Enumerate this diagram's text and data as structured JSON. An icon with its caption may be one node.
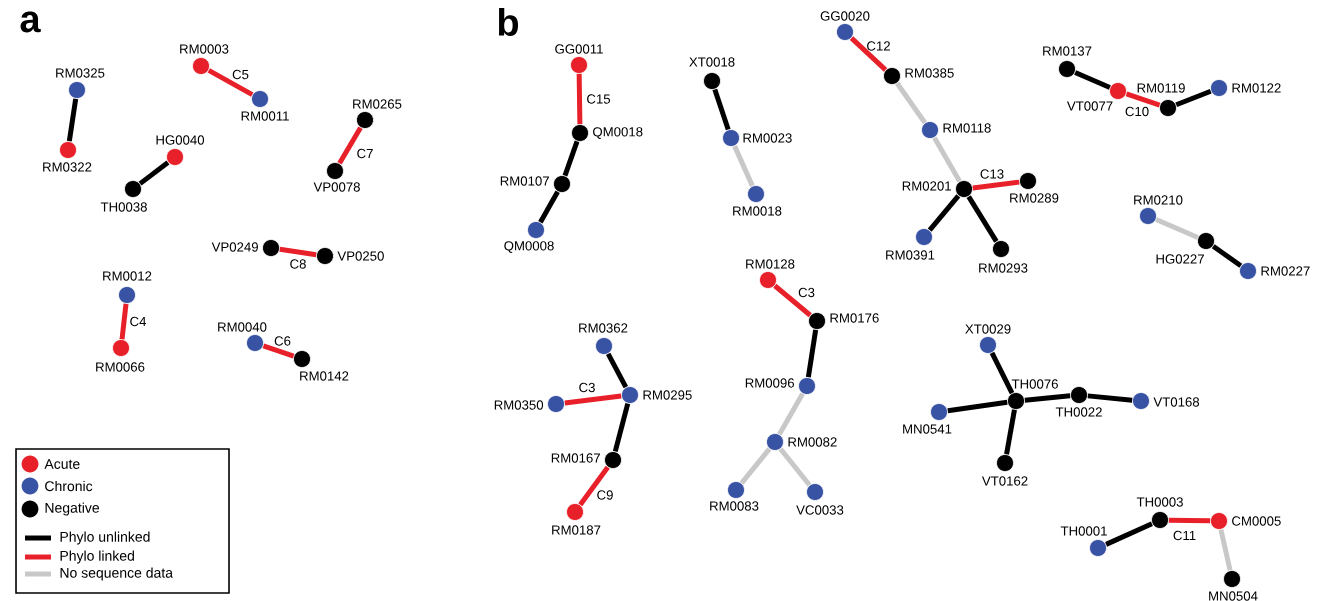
{
  "diagram": {
    "nodes": [
      {
        "text": [
          "RM0325"
        ]
      },
      {
        "text": [
          "RM0322"
        ]
      },
      {
        "text": [
          "RM0003"
        ]
      },
      {
        "text": [
          "RM0011"
        ]
      },
      {
        "text": [
          "HG0040"
        ]
      },
      {
        "text": [
          "TH0038"
        ]
      },
      {
        "text": [
          "RM0265"
        ]
      },
      {
        "text": [
          "VP0078"
        ]
      },
      {
        "text": [
          "VP0249"
        ]
      },
      {
        "text": [
          "VP0250"
        ]
      },
      {
        "text": [
          "RM0012"
        ]
      },
      {
        "text": [
          "RM0066"
        ]
      },
      {
        "text": [
          "RM0040"
        ]
      },
      {
        "text": [
          "RM0142"
        ]
      },
      {
        "text": [
          "GG0011"
        ]
      },
      {
        "text": [
          "QM0018"
        ]
      },
      {
        "text": [
          "RM0107"
        ]
      },
      {
        "text": [
          "QM0008"
        ]
      },
      {
        "text": [
          "XT0018"
        ]
      },
      {
        "text": [
          "RM0023"
        ]
      },
      {
        "text": [
          "RM0018"
        ]
      },
      {
        "text": [
          "GG0020"
        ]
      },
      {
        "text": [
          "RM0385"
        ]
      },
      {
        "text": [
          "RM0118"
        ]
      },
      {
        "text": [
          "RM0201"
        ]
      },
      {
        "text": [
          "RM0289"
        ]
      },
      {
        "text": [
          "RM0391"
        ]
      },
      {
        "text": [
          "RM0293"
        ]
      },
      {
        "text": [
          "RM0137"
        ]
      },
      {
        "text": [
          "VT0077"
        ]
      },
      {
        "text": [
          "RM0119"
        ]
      },
      {
        "text": [
          "RM0122"
        ]
      },
      {
        "text": [
          "RM0210"
        ]
      },
      {
        "text": [
          "HG0227"
        ]
      },
      {
        "text": [
          "RM0227"
        ]
      },
      {
        "text": [
          "RM0128"
        ]
      },
      {
        "text": [
          "RM0176"
        ]
      },
      {
        "text": [
          "RM0096"
        ]
      },
      {
        "text": [
          "RM0082"
        ]
      },
      {
        "text": [
          "RM0083"
        ]
      },
      {
        "text": [
          "VC0033"
        ]
      },
      {
        "text": [
          "RM0362"
        ]
      },
      {
        "text": [
          "RM0295"
        ]
      },
      {
        "text": [
          "RM0350"
        ]
      },
      {
        "text": [
          "RM0167"
        ]
      },
      {
        "text": [
          "RM0187"
        ]
      },
      {
        "text": [
          "XT0029"
        ]
      },
      {
        "text": [
          "TH0076"
        ]
      },
      {
        "text": [
          "TH0022"
        ]
      },
      {
        "text": [
          "VT0168"
        ]
      },
      {
        "text": [
          "MN0541"
        ]
      },
      {
        "text": [
          "VT0162"
        ]
      },
      {
        "text": [
          "TH0003"
        ]
      },
      {
        "text": [
          "CM0005"
        ]
      },
      {
        "text": [
          "TH0001"
        ]
      },
      {
        "text": [
          "MN0504"
        ]
      }
    ],
    "edges": [
      {
        "from": 0,
        "to": 1,
        "arrow": "none"
      },
      {
        "from": 2,
        "to": 3,
        "arrow": "none",
        "label": "C5",
        "color": "#e8202a"
      },
      {
        "from": 4,
        "to": 5,
        "arrow": "none"
      },
      {
        "from": 6,
        "to": 7,
        "arrow": "none",
        "label": "C7",
        "color": "#e8202a"
      },
      {
        "from": 8,
        "to": 9,
        "arrow": "none",
        "label": "C8",
        "color": "#e8202a"
      },
      {
        "from": 10,
        "to": 11,
        "arrow": "none",
        "label": "C4",
        "color": "#e8202a"
      },
      {
        "from": 12,
        "to": 13,
        "arrow": "none",
        "label": "C6",
        "color": "#e8202a"
      },
      {
        "from": 14,
        "to": 15,
        "arrow": "none",
        "label": "C15",
        "color": "#e8202a"
      },
      {
        "from": 15,
        "to": 16,
        "arrow": "none"
      },
      {
        "from": 16,
        "to": 17,
        "arrow": "none"
      },
      {
        "from": 18,
        "to": 19,
        "arrow": "none"
      },
      {
        "from": 19,
        "to": 20,
        "arrow": "none",
        "color": "#c8c8c8"
      },
      {
        "from": 21,
        "to": 22,
        "arrow": "none",
        "label": "C12",
        "color": "#e8202a"
      },
      {
        "from": 22,
        "to": 23,
        "arrow": "none",
        "color": "#c8c8c8"
      },
      {
        "from": 23,
        "to": 24,
        "arrow": "none",
        "color": "#c8c8c8"
      },
      {
        "from": 24,
        "to": 25,
        "arrow": "none",
        "label": "C13",
        "color": "#e8202a"
      },
      {
        "from": 24,
        "to": 26,
        "arrow": "none"
      },
      {
        "from": 24,
        "to": 27,
        "arrow": "none"
      },
      {
        "from": 28,
        "to": 29,
        "arrow": "none"
      },
      {
        "from": 29,
        "to": 30,
        "arrow": "none",
        "label": "C10",
        "color": "#e8202a"
      },
      {
        "from": 30,
        "to": 31,
        "arrow": "none"
      },
      {
        "from": 32,
        "to": 33,
        "arrow": "none",
        "color": "#c8c8c8"
      },
      {
        "from": 33,
        "to": 34,
        "arrow": "none"
      },
      {
        "from": 35,
        "to": 36,
        "arrow": "none",
        "label": "C3",
        "color": "#e8202a"
      },
      {
        "from": 36,
        "to": 37,
        "arrow": "none"
      },
      {
        "from": 37,
        "to": 38,
        "arrow": "none",
        "color": "#c8c8c8"
      },
      {
        "from": 38,
        "to": 39,
        "arrow": "none",
        "color": "#c8c8c8"
      },
      {
        "from": 38,
        "to": 40,
        "arrow": "none",
        "color": "#c8c8c8"
      },
      {
        "from": 41,
        "to": 42,
        "arrow": "none"
      },
      {
        "from": 43,
        "to": 42,
        "arrow": "none",
        "label": "C3",
        "color": "#e8202a"
      },
      {
        "from": 42,
        "to": 44,
        "arrow": "none"
      },
      {
        "from": 44,
        "to": 45,
        "arrow": "none",
        "label": "C9",
        "color": "#e8202a"
      },
      {
        "from": 46,
        "to": 47,
        "arrow": "none"
      },
      {
        "from": 47,
        "to": 48,
        "arrow": "none"
      },
      {
        "from": 48,
        "to": 49,
        "arrow": "none"
      },
      {
        "from": 50,
        "to": 47,
        "arrow": "none"
      },
      {
        "from": 47,
        "to": 51,
        "arrow": "none"
      },
      {
        "from": 54,
        "to": 52,
        "arrow": "none"
      },
      {
        "from": 52,
        "to": 53,
        "arrow": "none",
        "label": "C11",
        "color": "#e8202a"
      },
      {
        "from": 53,
        "to": 55,
        "arrow": "none",
        "color": "#c8c8c8"
      }
    ],
    "labels": [
      "a",
      "b"
    ],
    "legend": [
      {
        "text": "Acute",
        "color": "#e8202a"
      },
      {
        "text": "Chronic",
        "color": "#3953a4"
      },
      {
        "text": "Negative",
        "color": "#000000"
      },
      {
        "text": "Phylo unlinked",
        "color": "#000000"
      },
      {
        "text": "Phylo linked",
        "color": "#e8202a"
      },
      {
        "text": "No sequence data",
        "color": "#c8c8c8"
      }
    ]
  }
}
